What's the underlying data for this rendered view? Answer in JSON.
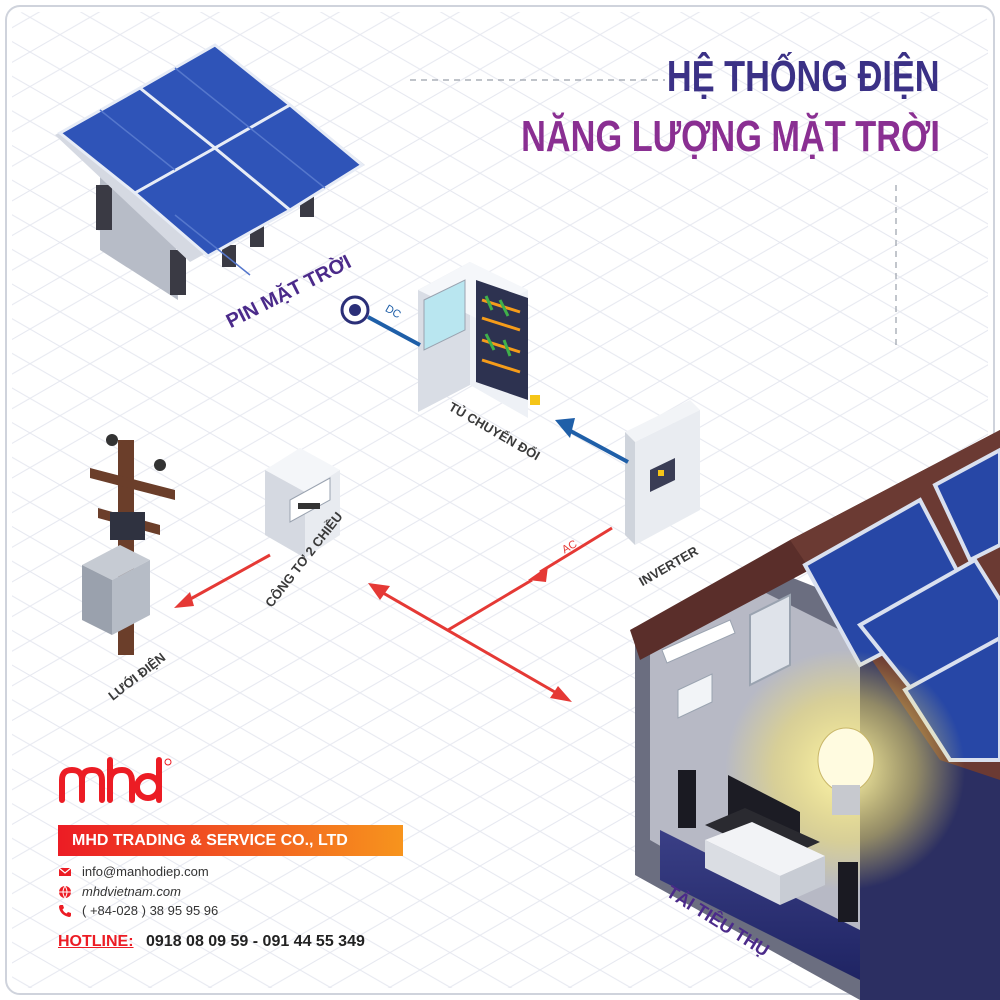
{
  "title": {
    "line1": "HỆ THỐNG ĐIỆN",
    "line2": "NĂNG LƯỢNG MẶT TRỜI"
  },
  "labels": {
    "solar_panel": "PIN MẶT TRỜI",
    "converter_cabinet": "TỦ CHUYỂN ĐỔI",
    "inverter": "INVERTER",
    "meter": "CÔNG TƠ 2 CHIỀU",
    "grid": "LƯỚI ĐIỆN",
    "load": "TẢI TIÊU THỤ",
    "dc": "DC",
    "ac": "AC"
  },
  "brand": {
    "logo_text": "mhd",
    "company": "MHD TRADING & SERVICE CO., LTD",
    "email": "info@manhodiep.com",
    "website": "mhdvietnam.com",
    "phone": "( +84-028 ) 38 95 95 96",
    "hotline_label": "HOTLINE:",
    "hotline_numbers": "0918 08 09 59 - 091 44 55 349"
  },
  "colors": {
    "title_blue": "#3b3186",
    "title_purple": "#8a2f92",
    "dc_line": "#1f5fa8",
    "ac_line": "#e53935",
    "label_purple": "#4b2a8a",
    "brand_red": "#ec1c24",
    "brand_orange": "#f7941d",
    "panel_blue": "#2747a6"
  },
  "icons": [
    "email-icon",
    "globe-icon",
    "phone-icon"
  ]
}
